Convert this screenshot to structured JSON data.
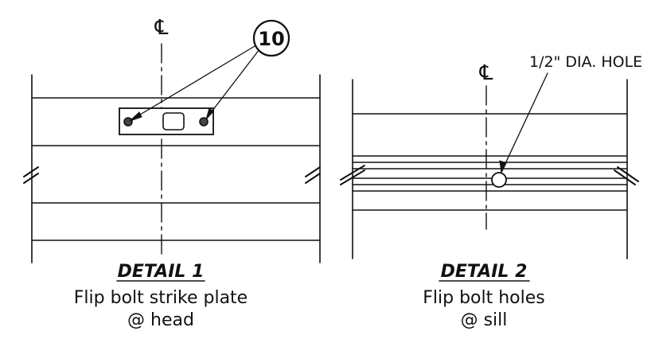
{
  "detail1": {
    "centerline_symbol": "℄",
    "callout_number": "10",
    "title": "DETAIL 1",
    "caption_line1": "Flip bolt strike plate",
    "caption_line2": "@ head"
  },
  "detail2": {
    "centerline_symbol": "℄",
    "hole_label": "1/2\" DIA. HOLE",
    "title": "DETAIL 2",
    "caption_line1": "Flip bolt holes",
    "caption_line2": "@ sill"
  }
}
